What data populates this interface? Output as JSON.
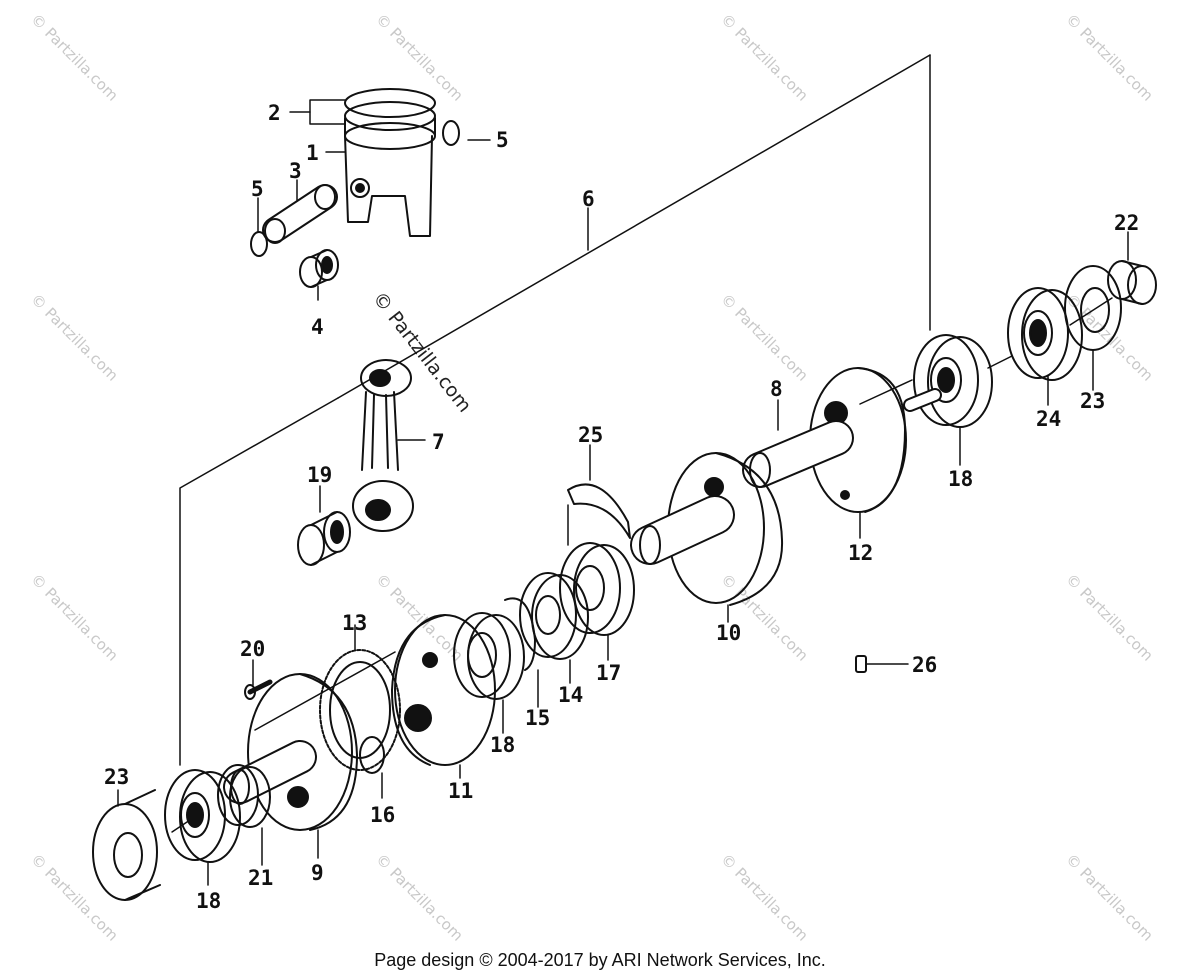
{
  "footer": {
    "text": "Page design © 2004-2017 by ARI Network Services, Inc."
  },
  "watermark": {
    "main": "© Partzilla.com",
    "tile": "© Partzilla.com"
  },
  "callouts": {
    "c1": "1",
    "c2": "2",
    "c3": "3",
    "c4": "4",
    "c5a": "5",
    "c5b": "5",
    "c6": "6",
    "c7": "7",
    "c8": "8",
    "c9": "9",
    "c10": "10",
    "c11": "11",
    "c12": "12",
    "c13": "13",
    "c14": "14",
    "c15": "15",
    "c16": "16",
    "c17": "17",
    "c18a": "18",
    "c18b": "18",
    "c18c": "18",
    "c19": "19",
    "c20": "20",
    "c21": "21",
    "c22": "22",
    "c23a": "23",
    "c23b": "23",
    "c24": "24",
    "c25": "25",
    "c26": "26"
  },
  "colors": {
    "ink": "#111111",
    "watermark": "#c8c8c8",
    "background": "#ffffff"
  }
}
